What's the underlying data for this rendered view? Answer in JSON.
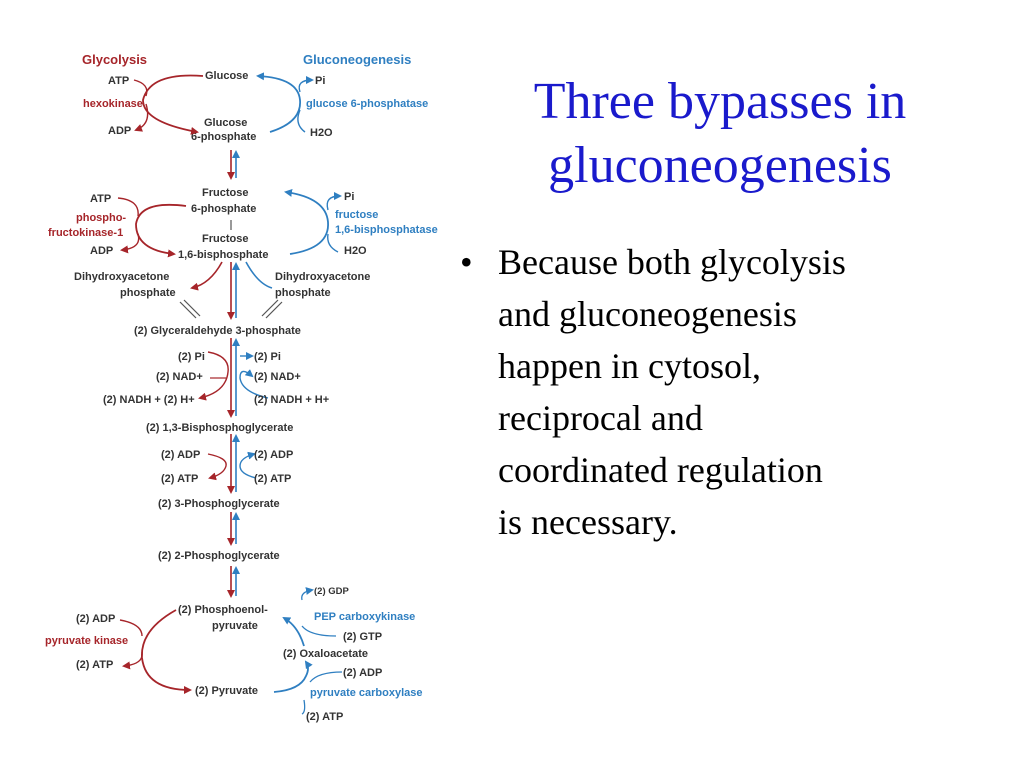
{
  "slide": {
    "title_line1": "Three bypasses in",
    "title_line2": "gluconeogenesis",
    "bullet_marker": "•",
    "bullet_lines": [
      "Because both glycolysis",
      "and gluconeogenesis",
      "happen in cytosol,",
      "reciprocal and",
      "coordinated regulation",
      "is necessary."
    ]
  },
  "colors": {
    "glycolysis": "#a6252a",
    "gluconeogenesis": "#2f7fc1",
    "text": "#333333",
    "title": "#1a1acc"
  },
  "diagram": {
    "header_glycolysis": "Glycolysis",
    "header_gluconeogenesis": "Gluconeogenesis",
    "metabolites": {
      "glucose": "Glucose",
      "g6p_1": "Glucose",
      "g6p_2": "6-phosphate",
      "f6p_1": "Fructose",
      "f6p_2": "6-phosphate",
      "fbp_1": "Fructose",
      "fbp_2": "1,6-bisphosphate",
      "dhap_l1": "Dihydroxyacetone",
      "dhap_l2": "phosphate",
      "dhap_r1": "Dihydroxyacetone",
      "dhap_r2": "phosphate",
      "gap": "(2) Glyceraldehyde 3-phosphate",
      "bpg": "(2) 1,3-Bisphosphoglycerate",
      "pg3": "(2) 3-Phosphoglycerate",
      "pg2": "(2) 2-Phosphoglycerate",
      "pep_1": "(2) Phosphoenol-",
      "pep_2": "pyruvate",
      "oaa": "(2) Oxaloacetate",
      "pyruvate": "(2) Pyruvate"
    },
    "bypass1": {
      "left_top": "ATP",
      "left_enzyme": "hexokinase",
      "left_bottom": "ADP",
      "right_top": "Pi",
      "right_enzyme": "glucose 6-phosphatase",
      "right_bottom": "H2O"
    },
    "bypass2": {
      "left_top": "ATP",
      "left_enzyme_1": "phospho-",
      "left_enzyme_2": "fructokinase-1",
      "left_bottom": "ADP",
      "right_top": "Pi",
      "right_enzyme_1": "fructose",
      "right_enzyme_2": "1,6-bisphosphatase",
      "right_bottom": "H2O"
    },
    "shared_steps": {
      "pi_left": "(2) Pi",
      "pi_right": "(2) Pi",
      "nad_left": "(2) NAD+",
      "nad_right": "(2) NAD+",
      "nadh_left": "(2) NADH + (2) H+",
      "nadh_right": "(2) NADH + H+",
      "adp_left": "(2) ADP",
      "adp_right": "(2) ADP",
      "atp_left": "(2) ATP",
      "atp_right": "(2) ATP"
    },
    "bypass3": {
      "left_top": "(2) ADP",
      "left_enzyme": "pyruvate kinase",
      "left_bottom": "(2) ATP",
      "gdp": "(2) GDP",
      "pepck": "PEP carboxykinase",
      "gtp": "(2) GTP",
      "adp": "(2) ADP",
      "pc": "pyruvate carboxylase",
      "atp": "(2) ATP"
    }
  }
}
